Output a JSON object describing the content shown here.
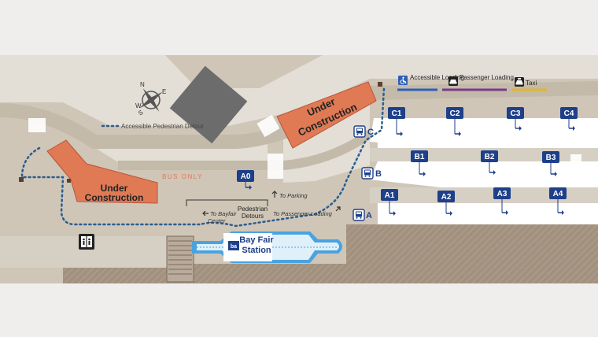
{
  "legend": {
    "accessible_loading": "Accessible Loading",
    "passenger_loading": "Passenger Loading",
    "taxi": "Taxi",
    "accessible_loading_color": "#2f5fb5",
    "passenger_loading_color": "#7a3a8c",
    "taxi_color": "#e0b62b"
  },
  "compass": {
    "n": "N",
    "s": "S",
    "e": "E",
    "w": "W"
  },
  "detour_legend": "Accessible Pedestrian Detour",
  "construction": {
    "right_line1": "Under",
    "right_line2": "Construction",
    "left_line1": "Under",
    "left_line2": "Construction"
  },
  "bus_only": "BUS ONLY",
  "stops": {
    "C1": "C1",
    "C2": "C2",
    "C3": "C3",
    "C4": "C4",
    "B1": "B1",
    "B2": "B2",
    "B3": "B3",
    "A1": "A1",
    "A2": "A2",
    "A3": "A3",
    "A4": "A4",
    "A0": "A0"
  },
  "bus_zones": {
    "A": "A",
    "B": "B",
    "C": "C"
  },
  "directions": {
    "to_parking": "To Parking",
    "pedestrian_detours_line1": "Pedestrian",
    "pedestrian_detours_line2": "Detours",
    "to_bayfair_line1": "To Bayfair",
    "to_bayfair_line2": "Center",
    "to_passenger_loading": "To Passenger Loading"
  },
  "station": {
    "line1": "Bay Fair",
    "line2": "Station",
    "logo": "ba"
  },
  "colors": {
    "construction": "#e07a55",
    "detour": "#2a5d8f",
    "stop_badge": "#1e3f8a",
    "road": "#cbc1b2",
    "parking_lot": "#a89888",
    "station_blue": "#4aa3df"
  },
  "icons": [
    "wheelchair-icon",
    "car-icon",
    "taxi-icon",
    "elevator-icon",
    "bus-icon",
    "compass-icon",
    "arrow-icon"
  ]
}
